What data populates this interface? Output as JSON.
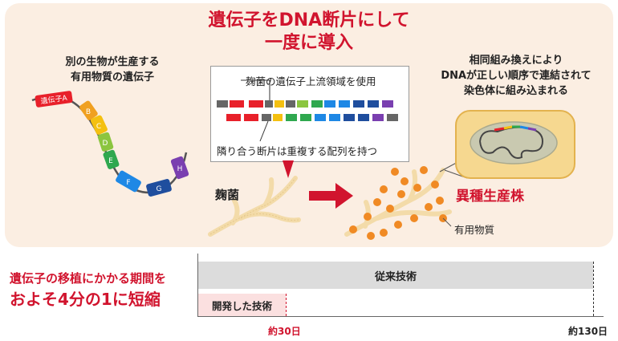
{
  "title": {
    "line1": "遺伝子をDNA断片にして",
    "line2": "一度に導入"
  },
  "left_label": {
    "line1": "別の生物が生産する",
    "line2": "有用物質の遺伝子"
  },
  "gene_segments": [
    "遺伝子A",
    "B",
    "C",
    "D",
    "E",
    "F",
    "G",
    "H"
  ],
  "callout": {
    "top": "麹菌の遺伝子上流領域を使用",
    "bottom": "隣り合う断片は重複する配列を持つ"
  },
  "right_label": {
    "line1": "相同組み換えにより",
    "line2": "DNAが正しい順序で連結されて",
    "line3": "染色体に組み込まれる"
  },
  "koji_label": "麹菌",
  "hetero_label": "異種生産株",
  "useful_label": "有用物質",
  "summary": {
    "line1": "遺伝子の移植にかかる期間を",
    "line2": "およそ4分の1に短縮"
  },
  "timeline": {
    "conventional_label": "従来技術",
    "new_label": "開発した技術",
    "tick_new": "約30日",
    "tick_conventional": "約130日"
  },
  "colors": {
    "accent_red": "#d1142e",
    "panel_bg": "#fbeee2",
    "segments": [
      "#e8202a",
      "#f0a020",
      "#f4c010",
      "#8bc53f",
      "#2fa84f",
      "#1e88e5",
      "#1f4e9e",
      "#7a3fb0"
    ]
  }
}
